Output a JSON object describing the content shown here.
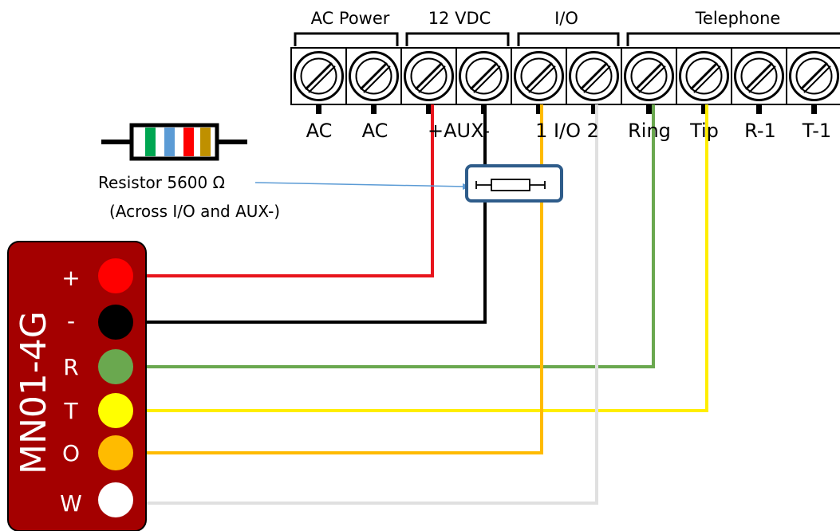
{
  "terminal_groups": [
    {
      "label": "AC Power"
    },
    {
      "label": "12 VDC"
    },
    {
      "label": "I/O"
    },
    {
      "label": "Telephone"
    }
  ],
  "terminal_labels": [
    "AC",
    "AC",
    "+AUX-",
    "1 I/O 2",
    "Ring",
    "Tip",
    "R-1",
    "T-1"
  ],
  "resistor_note": {
    "line1": "Resistor 5600 Ω",
    "line2": "(Across I/O and AUX-)"
  },
  "device": {
    "name": "MN01-4G",
    "color": "#a40000",
    "pins": [
      {
        "label": "+",
        "color": "#ff0000",
        "wire": "#e8141c"
      },
      {
        "label": "-",
        "color": "#000000",
        "wire": "#000000"
      },
      {
        "label": "R",
        "color": "#6aa84f",
        "wire": "#6aa84f"
      },
      {
        "label": "T",
        "color": "#ffff00",
        "wire": "#ffee00"
      },
      {
        "label": "O",
        "color": "#ffbb00",
        "wire": "#ffbb00"
      },
      {
        "label": "W",
        "color": "#ffffff",
        "wire": "#e0e0e0"
      }
    ]
  },
  "resistor_bands": [
    "#00a651",
    "#5b9bd5",
    "#ff0000",
    "#bf9000"
  ],
  "highlight_color": "#2e5c8a"
}
